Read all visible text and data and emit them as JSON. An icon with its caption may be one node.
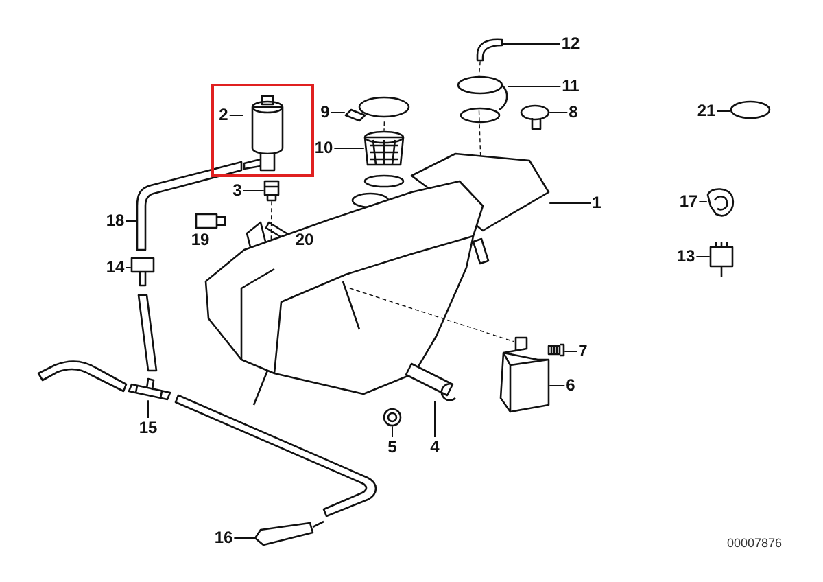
{
  "diagram": {
    "nodes": [
      {
        "text": [
          "12"
        ]
      },
      {
        "text": [
          "11"
        ]
      },
      {
        "text": [
          "2"
        ]
      },
      {
        "text": [
          "9"
        ]
      },
      {
        "text": [
          "8"
        ]
      },
      {
        "text": [
          "21"
        ]
      },
      {
        "text": [
          "10"
        ]
      },
      {
        "text": [
          "3"
        ]
      },
      {
        "text": [
          "1"
        ]
      },
      {
        "text": [
          "17"
        ]
      },
      {
        "text": [
          "18"
        ]
      },
      {
        "text": [
          "13"
        ]
      },
      {
        "text": [
          "14"
        ]
      },
      {
        "text": [
          "7"
        ]
      },
      {
        "text": [
          "6"
        ]
      },
      {
        "text": [
          "15"
        ]
      },
      {
        "text": [
          "5"
        ]
      },
      {
        "text": [
          "4"
        ]
      },
      {
        "text": [
          "16"
        ]
      },
      {
        "text": [],
        "shape": "picture"
      },
      {
        "text": [],
        "shape": "picture"
      },
      {
        "text": [],
        "shape": "picture"
      },
      {
        "text": [],
        "shape": "picture"
      },
      {
        "text": [],
        "shape": "picture"
      },
      {
        "text": [],
        "shape": "picture"
      },
      {
        "text": [],
        "shape": "picture"
      },
      {
        "text": [],
        "shape": "picture"
      },
      {
        "text": [],
        "shape": "picture"
      },
      {
        "text": [],
        "shape": "picture"
      },
      {
        "text": [],
        "shape": "picture"
      },
      {
        "text": [],
        "shape": "picture"
      },
      {
        "text": [],
        "shape": "picture"
      },
      {
        "text": [],
        "shape": "picture"
      },
      {
        "text": [],
        "shape": "picture"
      },
      {
        "text": [],
        "shape": "picture"
      },
      {
        "text": [],
        "shape": "picture"
      },
      {
        "text": [],
        "shape": "picture"
      },
      {
        "text": [],
        "shape": "picture"
      }
    ],
    "edges": [
      {
        "from": 0,
        "to": 19,
        "arrow": "none"
      },
      {
        "from": 1,
        "to": 20,
        "arrow": "none"
      },
      {
        "from": 2,
        "to": 21,
        "arrow": "none"
      },
      {
        "from": 3,
        "to": 22,
        "arrow": "none"
      },
      {
        "from": 4,
        "to": 23,
        "arrow": "none"
      },
      {
        "from": 5,
        "to": 24,
        "arrow": "none"
      },
      {
        "from": 6,
        "to": 25,
        "arrow": "none"
      },
      {
        "from": 7,
        "to": 26,
        "arrow": "none"
      },
      {
        "from": 8,
        "to": 27,
        "arrow": "none"
      },
      {
        "from": 9,
        "to": 28,
        "arrow": "none"
      },
      {
        "from": 10,
        "to": 29,
        "arrow": "none"
      },
      {
        "from": 11,
        "to": 30,
        "arrow": "none"
      },
      {
        "from": 12,
        "to": 31,
        "arrow": "none"
      },
      {
        "from": 13,
        "to": 32,
        "arrow": "none"
      },
      {
        "from": 14,
        "to": 33,
        "arrow": "none"
      },
      {
        "from": 15,
        "to": 34,
        "arrow": "none"
      },
      {
        "from": 16,
        "to": 35,
        "arrow": "none"
      },
      {
        "from": 17,
        "to": 36,
        "arrow": "none"
      },
      {
        "from": 18,
        "to": 37,
        "arrow": "none"
      },
      {
        "from": 19,
        "to": 20,
        "arrow": "none",
        "style": "dashed"
      },
      {
        "from": 22,
        "to": 25,
        "arrow": "none",
        "style": "dashed"
      },
      {
        "from": 26,
        "to": 27,
        "arrow": "none",
        "style": "dashed"
      },
      {
        "from": 27,
        "to": 33,
        "arrow": "none",
        "style": "dashed"
      },
      {
        "from": 20,
        "to": 27,
        "arrow": "none",
        "style": "dashed"
      }
    ],
    "labels": [
      "19",
      "20",
      "00007876"
    ]
  }
}
